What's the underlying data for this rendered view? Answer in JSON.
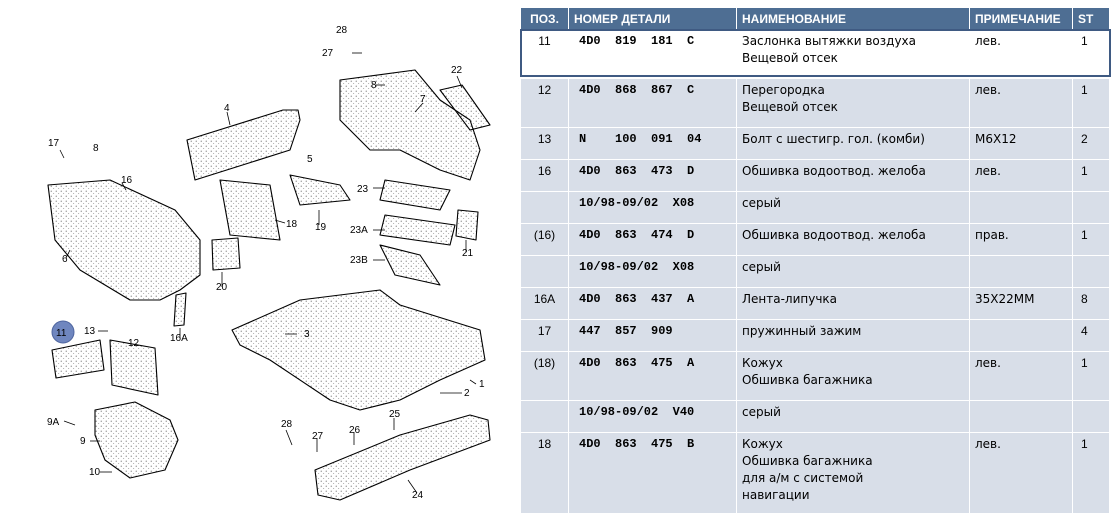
{
  "diagram": {
    "callouts": [
      "28",
      "27",
      "8",
      "22",
      "4",
      "7",
      "17",
      "8",
      "16",
      "5",
      "18",
      "19",
      "23",
      "23A",
      "23B",
      "21",
      "6",
      "20",
      "16A",
      "11",
      "13",
      "12",
      "3",
      "1",
      "2",
      "9A",
      "9",
      "10",
      "28",
      "27",
      "26",
      "25",
      "24"
    ],
    "highlight_color": "#6f86bf"
  },
  "table": {
    "header_color": "#4e6e93",
    "row_color": "#d8dee8",
    "columns": {
      "pos": "ПОЗ.",
      "number": "НОМЕР ДЕТАЛИ",
      "name": "НАИМЕНОВАНИЕ",
      "note": "ПРИМЕЧАНИЕ",
      "st": "ST"
    },
    "rows": [
      {
        "pos": "11",
        "number": "4D0  819  181  C",
        "name": [
          "Заслонка вытяжки воздуха",
          "Вещевой отсек"
        ],
        "note": "лев.",
        "st": "1",
        "selected": true
      },
      {
        "pos": "12",
        "number": "4D0  868  867  C",
        "name": [
          "Перегородка",
          "Вещевой отсек"
        ],
        "note": "лев.",
        "st": "1"
      },
      {
        "pos": "13",
        "number": "N    100  091  04",
        "name": [
          "Болт с шестигр. гол. (комби)"
        ],
        "note": "M6X12",
        "st": "2"
      },
      {
        "pos": "16",
        "number": "4D0  863  473  D",
        "name": [
          "Обшивка водоотвод. желоба"
        ],
        "note": "лев.",
        "st": "1"
      },
      {
        "pos": "",
        "number": "10/98-09/02  X08",
        "name": [
          "серый"
        ],
        "note": "",
        "st": ""
      },
      {
        "pos": "(16)",
        "number": "4D0  863  474  D",
        "name": [
          "Обшивка водоотвод. желоба"
        ],
        "note": "прав.",
        "st": "1"
      },
      {
        "pos": "",
        "number": "10/98-09/02  X08",
        "name": [
          "серый"
        ],
        "note": "",
        "st": ""
      },
      {
        "pos": "16A",
        "number": "4D0  863  437  A",
        "name": [
          "Лента-липучка"
        ],
        "note": "35X22MM",
        "st": "8"
      },
      {
        "pos": "17",
        "number": "447  857  909",
        "name": [
          "пружинный зажим"
        ],
        "note": "",
        "st": "4"
      },
      {
        "pos": "(18)",
        "number": "4D0  863  475  A",
        "name": [
          "Кожух",
          "Обшивка багажника"
        ],
        "note": "лев.",
        "st": "1"
      },
      {
        "pos": "",
        "number": "10/98-09/02  V40",
        "name": [
          "серый"
        ],
        "note": "",
        "st": ""
      },
      {
        "pos": "18",
        "number": "4D0  863  475  B",
        "name": [
          "Кожух",
          "Обшивка багажника",
          "для а/м с системой",
          "навигации"
        ],
        "note": "лев.",
        "st": "1"
      }
    ]
  }
}
